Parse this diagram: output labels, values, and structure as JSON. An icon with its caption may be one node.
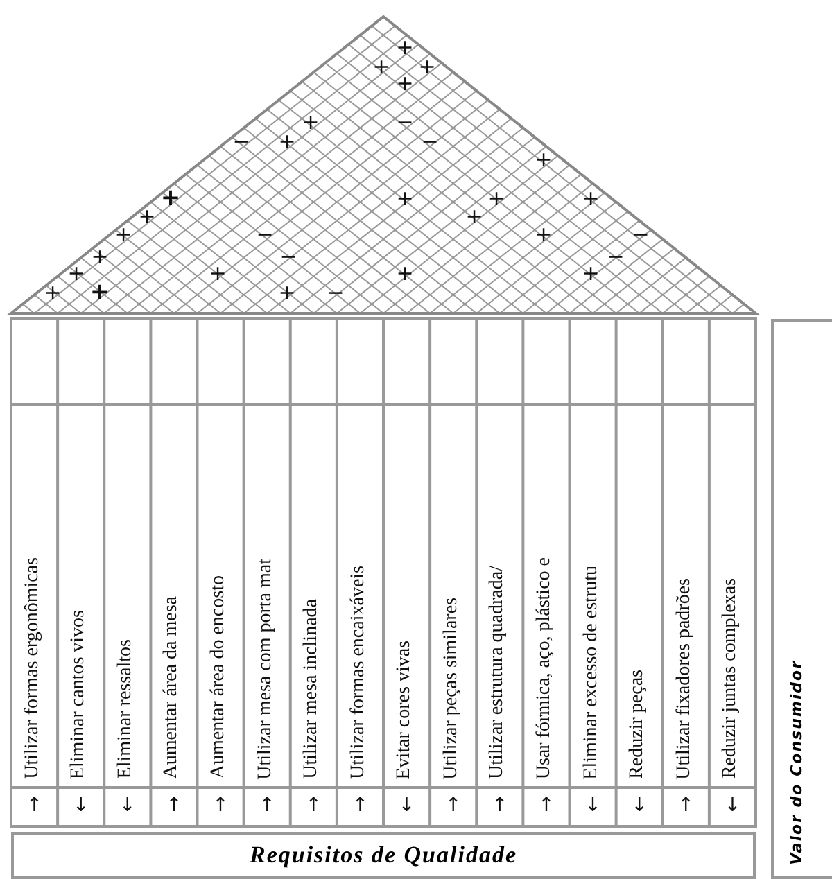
{
  "diagram": {
    "nodes": [
      {
        "text": [
          "Requisitos de Qualidade"
        ]
      },
      {
        "text": [
          "Valor do Consumidor"
        ]
      }
    ],
    "labels": [
      "+",
      "+",
      "+",
      "+",
      "+",
      "−",
      "−",
      "+",
      "−",
      "+",
      "+",
      "+",
      "+",
      "+",
      "+",
      "+",
      "+",
      "−",
      "+",
      "−",
      "+",
      "−",
      "−",
      "+",
      "+",
      "+",
      "+",
      "+",
      "+",
      "+",
      "−",
      "Utilizar formas ergonômicas",
      "Eliminar cantos vivos",
      "Eliminar ressaltos",
      "Aumentar área da mesa",
      "Aumentar área do encosto",
      "Utilizar mesa com porta mat",
      "Utilizar mesa inclinada",
      "Utilizar formas encaixáveis",
      "Evitar cores vivas",
      "Utilizar peças similares",
      "Utilizar estrutura quadrada/",
      "Usar fórmica, aço, plástico e",
      "Eliminar excesso de estrutu",
      "Reduzir peças",
      "Utilizar fixadores padrões",
      "Reduzir juntas complexas",
      "↑",
      "↓",
      "↓",
      "↑",
      "↑",
      "↑",
      "↑",
      "↑",
      "↓",
      "↑",
      "↑",
      "↑",
      "↓",
      "↓",
      "↑",
      "↓"
    ]
  }
}
